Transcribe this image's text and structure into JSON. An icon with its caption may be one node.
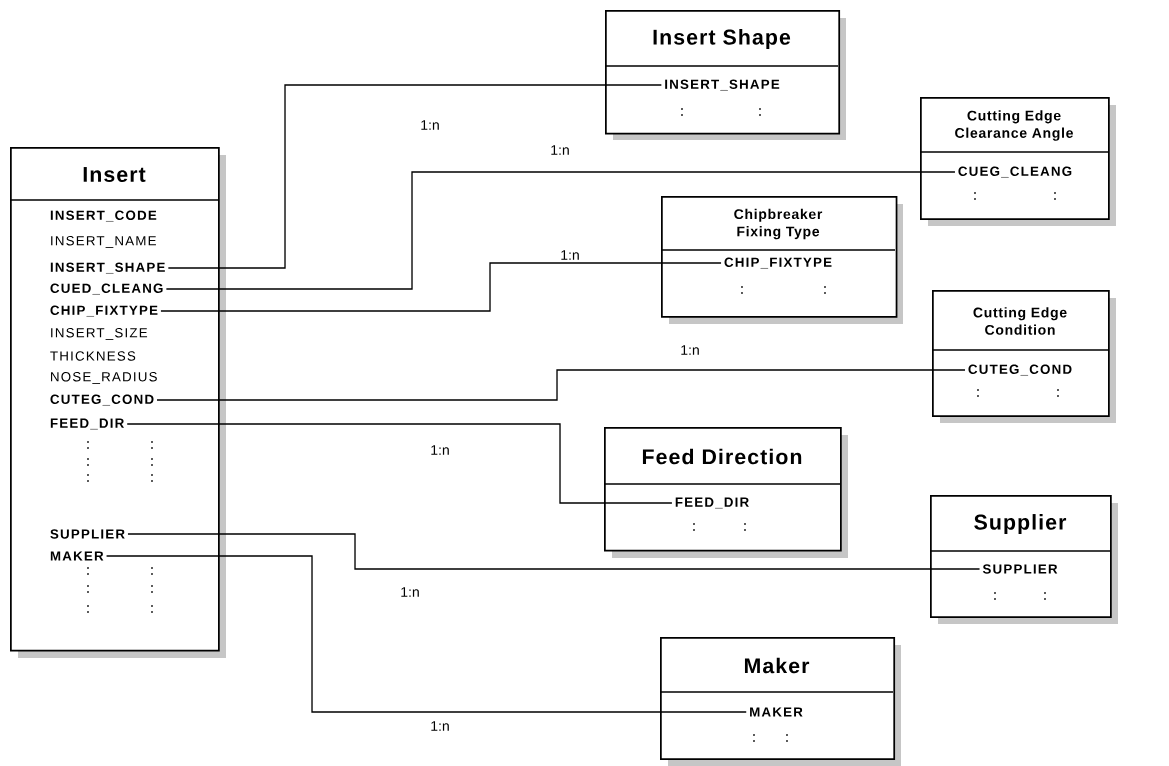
{
  "diagram": {
    "nodes": [
      {
        "text": [
          "Insert"
        ]
      },
      {
        "text": [
          "INSERT_CODE"
        ],
        "in": 0
      },
      {
        "text": [
          "INSERT_NAME"
        ],
        "in": 0
      },
      {
        "text": [
          "INSERT_SHAPE"
        ],
        "in": 0
      },
      {
        "text": [
          "CUED_CLEANG"
        ],
        "in": 0
      },
      {
        "text": [
          "CHIP_FIXTYPE"
        ],
        "in": 0
      },
      {
        "text": [
          "INSERT_SIZE"
        ],
        "in": 0
      },
      {
        "text": [
          "THICKNESS"
        ],
        "in": 0
      },
      {
        "text": [
          "NOSE_RADIUS"
        ],
        "in": 0
      },
      {
        "text": [
          "CUTEG_COND"
        ],
        "in": 0
      },
      {
        "text": [
          "FEED_DIR"
        ],
        "in": 0
      },
      {
        "text": [
          "SUPPLIER"
        ],
        "in": 0
      },
      {
        "text": [
          "MAKER"
        ],
        "in": 0
      },
      {
        "text": [
          "Insert Shape"
        ]
      },
      {
        "text": [
          "INSERT_SHAPE"
        ],
        "in": 13
      },
      {
        "text": [
          "Cutting Edge Clearance Angle"
        ]
      },
      {
        "text": [
          "CUEG_CLEANG"
        ],
        "in": 15
      },
      {
        "text": [
          "Chipbreaker Fixing Type"
        ]
      },
      {
        "text": [
          "CHIP_FIXTYPE"
        ],
        "in": 17
      },
      {
        "text": [
          "Cutting Edge Condition"
        ]
      },
      {
        "text": [
          "CUTEG_COND"
        ],
        "in": 19
      },
      {
        "text": [
          "Feed Direction"
        ]
      },
      {
        "text": [
          "FEED_DIR"
        ],
        "in": 21
      },
      {
        "text": [
          "Supplier"
        ]
      },
      {
        "text": [
          "SUPPLIER"
        ],
        "in": 23
      },
      {
        "text": [
          "Maker"
        ]
      },
      {
        "text": [
          "MAKER"
        ],
        "in": 25
      }
    ],
    "edges": [
      {
        "from": 3,
        "to": 14,
        "arrow": "none",
        "label": "1:n"
      },
      {
        "from": 4,
        "to": 16,
        "arrow": "none",
        "label": "1:n"
      },
      {
        "from": 5,
        "to": 18,
        "arrow": "none",
        "label": "1:n"
      },
      {
        "from": 9,
        "to": 20,
        "arrow": "none",
        "label": "1:n"
      },
      {
        "from": 10,
        "to": 22,
        "arrow": "none",
        "label": "1:n"
      },
      {
        "from": 11,
        "to": 24,
        "arrow": "none",
        "label": "1:n"
      },
      {
        "from": 12,
        "to": 26,
        "arrow": "none",
        "label": "1:n"
      }
    ]
  }
}
